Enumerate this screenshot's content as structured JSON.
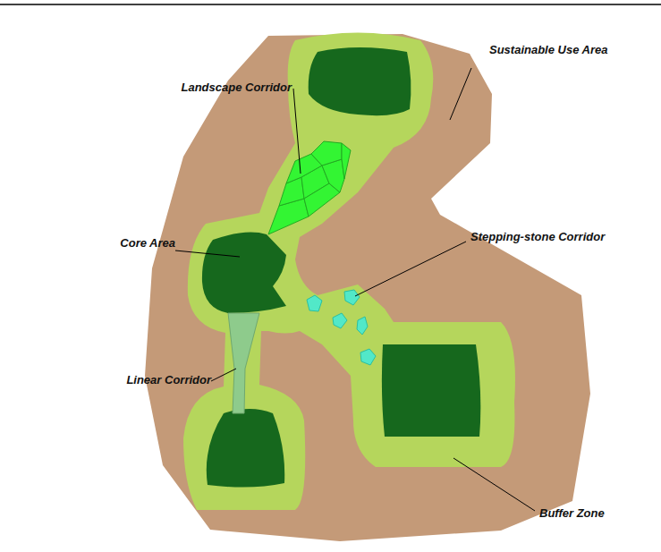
{
  "diagram": {
    "labels": [
      "Landscape Corridor",
      "Sustainable Use Area",
      "Stepping-stone Corridor",
      "Core Area",
      "Linear Corridor",
      "Buffer Zone"
    ]
  }
}
